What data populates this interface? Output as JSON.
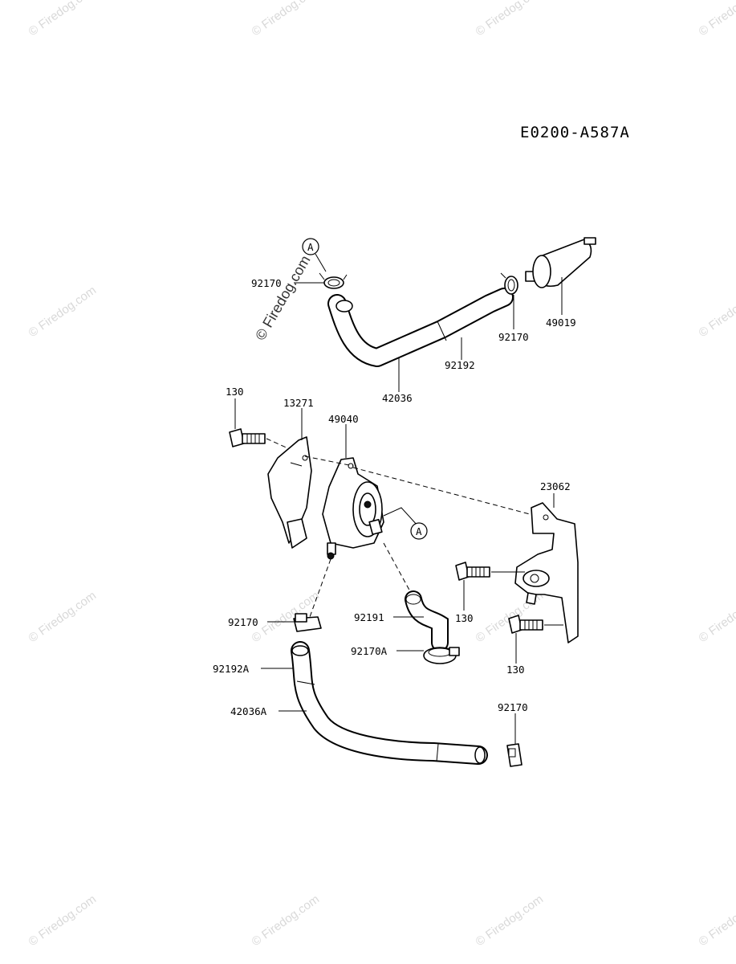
{
  "diagram_code": "E0200-A587A",
  "watermark": "© Firedog.com",
  "callout_marker": "A",
  "labels": {
    "l_92170_top": "92170",
    "l_92170_right": "92170",
    "l_49019": "49019",
    "l_92192": "92192",
    "l_42036": "42036",
    "l_130_top": "130",
    "l_13271": "13271",
    "l_49040": "49040",
    "l_23062": "23062",
    "l_130_mid": "130",
    "l_130_low": "130",
    "l_92170_mid": "92170",
    "l_92191": "92191",
    "l_92170A": "92170A",
    "l_92192A": "92192A",
    "l_42036A": "42036A",
    "l_92170_bottom": "92170"
  }
}
